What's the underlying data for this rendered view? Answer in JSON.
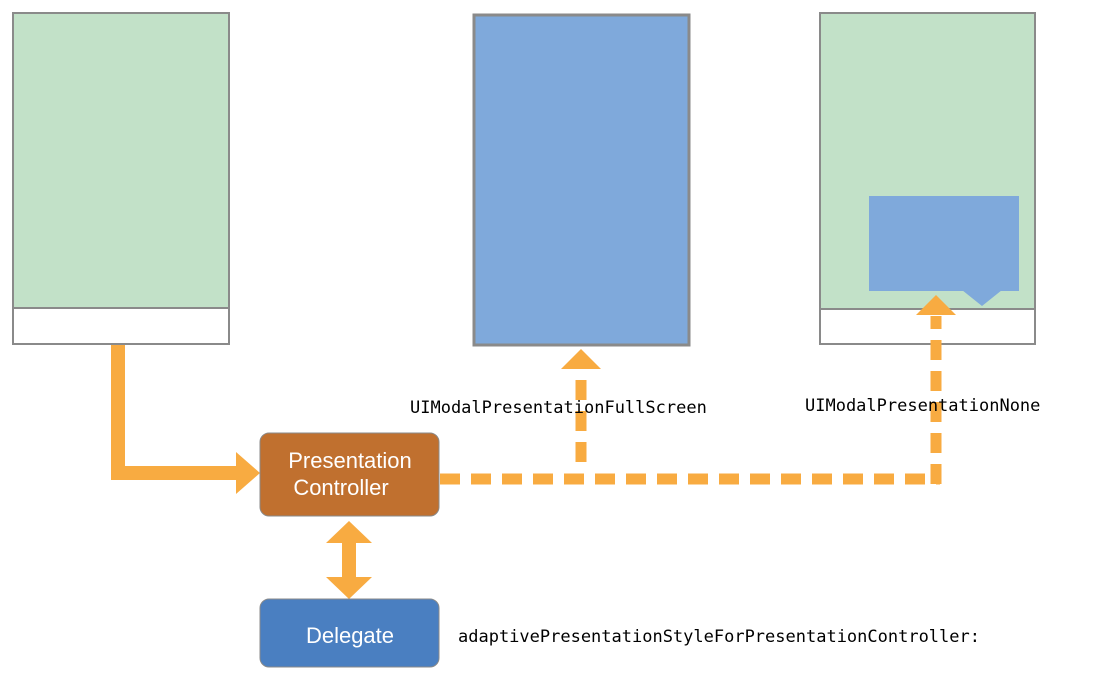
{
  "colors": {
    "green_screen": "#c2e1c8",
    "blue_screen": "#7fa9db",
    "screen_border": "#8a8a8a",
    "presentation_controller_fill": "#c0702f",
    "delegate_fill": "#4a7fc1",
    "arrow": "#f8ab41",
    "text": "#000000",
    "box_text": "#ffffff"
  },
  "nodes": {
    "presentation_controller": {
      "label_line1": "Presentation",
      "label_line2": "Controller"
    },
    "delegate": {
      "label": "Delegate"
    }
  },
  "labels": {
    "full_screen_style": "UIModalPresentationFullScreen",
    "none_style": "UIModalPresentationNone",
    "delegate_method": "adaptivePresentationStyleForPresentationController:"
  },
  "screens": [
    {
      "name": "source-screen",
      "fill": "green_screen",
      "has_footer": true
    },
    {
      "name": "fullscreen-result-screen",
      "fill": "blue_screen",
      "has_footer": false
    },
    {
      "name": "popover-result-screen",
      "fill": "green_screen",
      "has_footer": true,
      "has_popover": true
    }
  ]
}
